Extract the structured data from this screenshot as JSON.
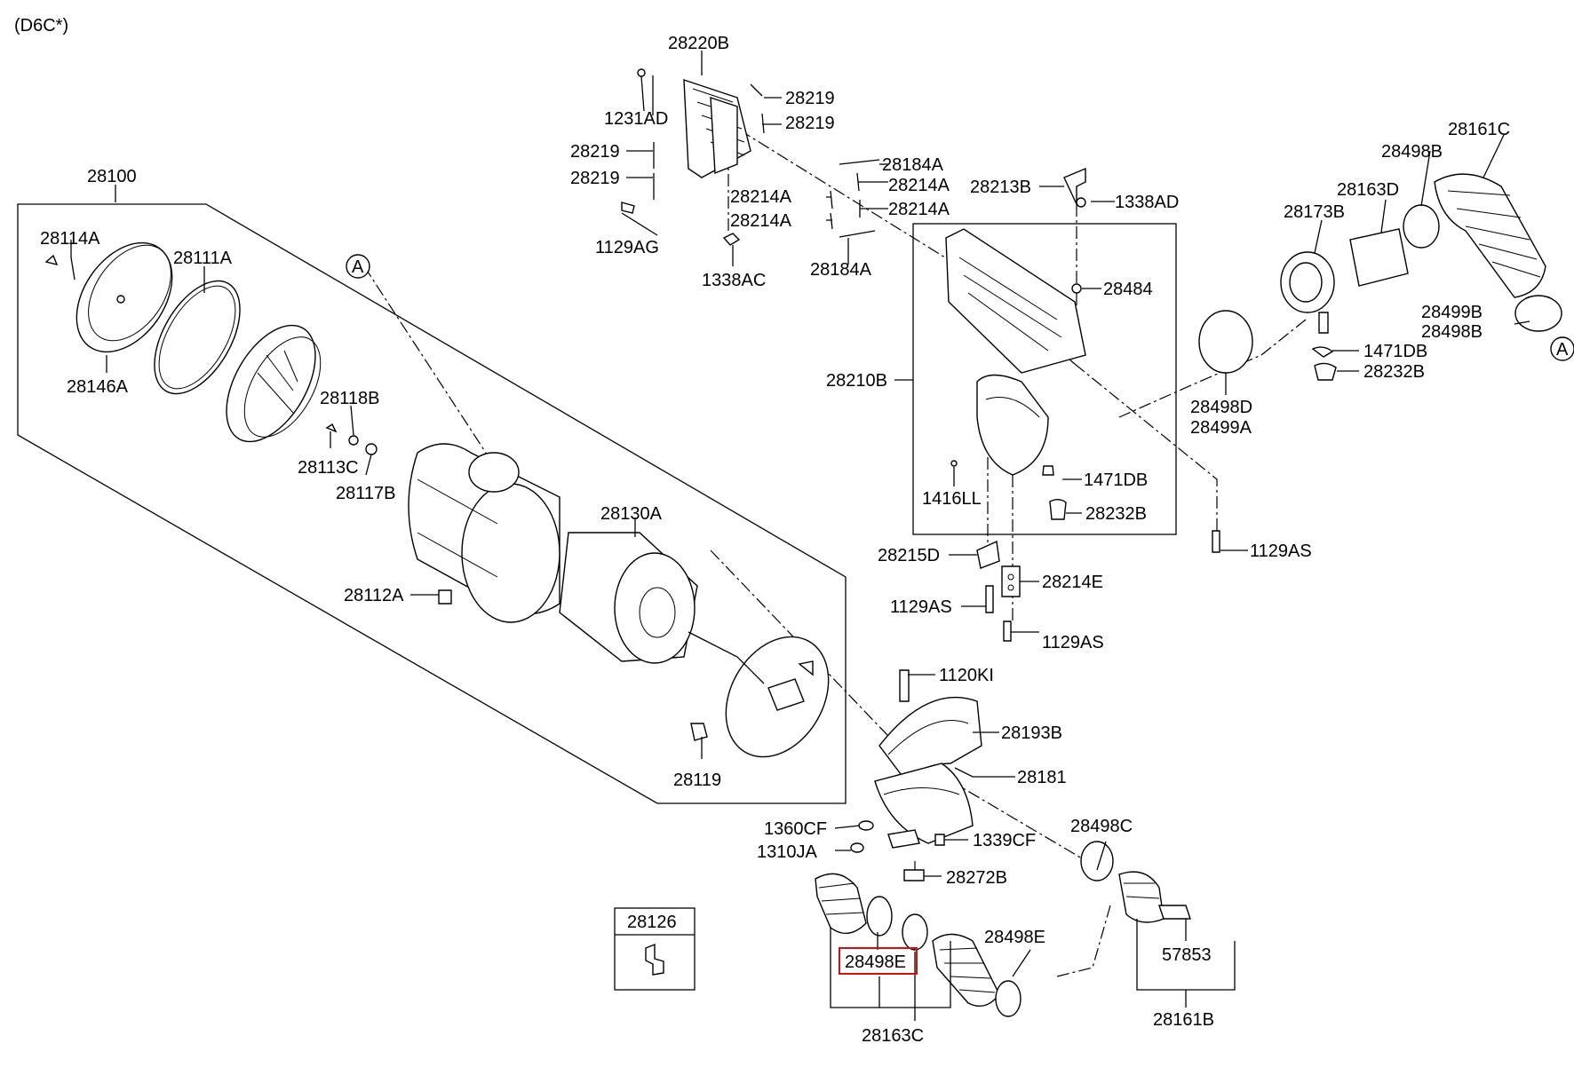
{
  "header": {
    "variant": "(D6C*)"
  },
  "callouts": {
    "circle_a_left": "A",
    "circle_a_right": "A"
  },
  "labels": {
    "p28220B": "28220B",
    "p28219_1": "28219",
    "p28219_2": "28219",
    "p1231AD": "1231AD",
    "p28219_3": "28219",
    "p28219_4": "28219",
    "p1129AG": "1129AG",
    "p1338AC": "1338AC",
    "p28184A_1": "28184A",
    "p28214A_1": "28214A",
    "p28214A_2": "28214A",
    "p28214A_3": "28214A",
    "p28214A_4": "28214A",
    "p28184A_2": "28184A",
    "p28213B": "28213B",
    "p1338AD": "1338AD",
    "p28484": "28484",
    "p28210B": "28210B",
    "p1471DB_1": "1471DB",
    "p1416LL": "1416LL",
    "p28232B_1": "28232B",
    "p28215D": "28215D",
    "p28214E": "28214E",
    "p1129AS_1": "1129AS",
    "p1129AS_2": "1129AS",
    "p1129AS_3": "1129AS",
    "p28161C": "28161C",
    "p28498B_1": "28498B",
    "p28163D": "28163D",
    "p28173B": "28173B",
    "p28499B": "28499B",
    "p28498B_2": "28498B",
    "p1471DB_2": "1471DB",
    "p28232B_2": "28232B",
    "p28498D": "28498D",
    "p28499A": "28499A",
    "p28100": "28100",
    "p28114A": "28114A",
    "p28111A": "28111A",
    "p28146A": "28146A",
    "p28118B": "28118B",
    "p28113C": "28113C",
    "p28117B": "28117B",
    "p28130A": "28130A",
    "p28112A": "28112A",
    "p28119": "28119",
    "p1120KI": "1120KI",
    "p28193B": "28193B",
    "p28181": "28181",
    "p1360CF": "1360CF",
    "p1310JA": "1310JA",
    "p1339CF": "1339CF",
    "p28272B": "28272B",
    "p28498C": "28498C",
    "p28498E_1": "28498E",
    "p28498E_2": "28498E",
    "p28163C": "28163C",
    "p57853": "57853",
    "p28161B": "28161B",
    "p28126": "28126"
  },
  "highlight": {
    "part": "28498E",
    "color": "#d01010"
  }
}
